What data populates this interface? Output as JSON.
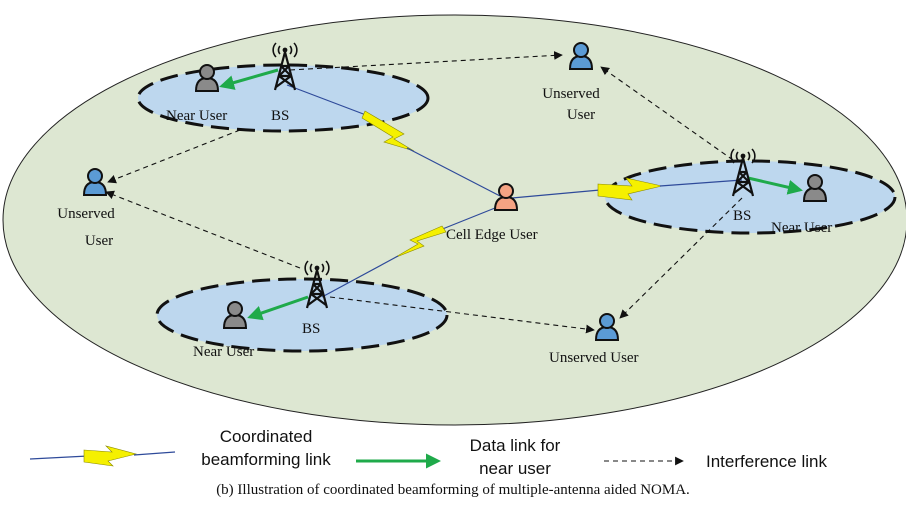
{
  "labels": {
    "bs": "BS",
    "near_user": "Near User",
    "unserved_user": "Unserved User",
    "unserved_line1": "Unserved",
    "unserved_line2": "User",
    "cell_edge_user": "Cell Edge User"
  },
  "legend": {
    "coordinated_line1": "Coordinated",
    "coordinated_line2": "beamforming link",
    "data_line1": "Data link for",
    "data_line2": "near user",
    "interference": "Interference link"
  },
  "caption": "(b) Illustration of coordinated beamforming of multiple-antenna aided NOMA.",
  "colors": {
    "cell": "#dde7d2",
    "cluster": "#bdd7ee",
    "data_link": "#1faa4a",
    "beam_line": "#2e4a9a",
    "bolt": "#f5f000",
    "near_user": "#8a8a8a",
    "unserved_user": "#5b9bd5",
    "edge_user": "#f4a383"
  }
}
